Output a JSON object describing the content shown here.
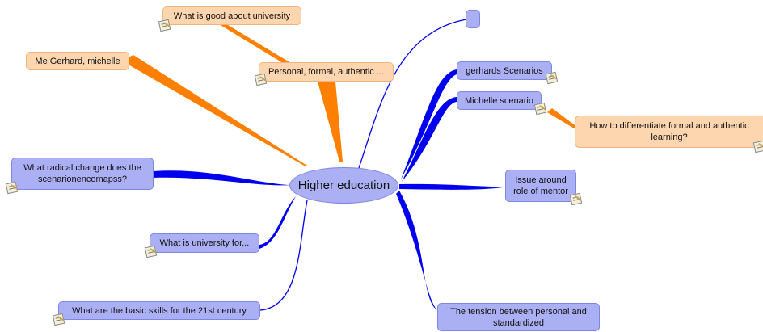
{
  "central": {
    "label": "Higher education"
  },
  "nodes": {
    "good_about_university": "What is good about university",
    "me_gerhard_michelle": "Me Gerhard, michelle",
    "personal_formal_authentic": "Personal, formal, authentic ...",
    "empty_topic": "",
    "gerhards_scenarios": "gerhards Scenarios",
    "michelle_scenario": "Michelle scenario",
    "differentiate_formal_authentic": "How to differentiate formal and authentic learning?",
    "radical_change": "What radical change does the scenarionencomapss?",
    "issue_mentor": "Issue around role of mentor",
    "university_for": "What is university for...",
    "basic_skills": "What are the basic skills for the 21st century",
    "tension_personal_standardized": "The tension between personal and standardized"
  },
  "colors": {
    "blue_node": "#aab0f3",
    "orange_node": "#fdd6b0",
    "blue_connector": "#0000ee",
    "orange_connector": "#ff8000"
  }
}
